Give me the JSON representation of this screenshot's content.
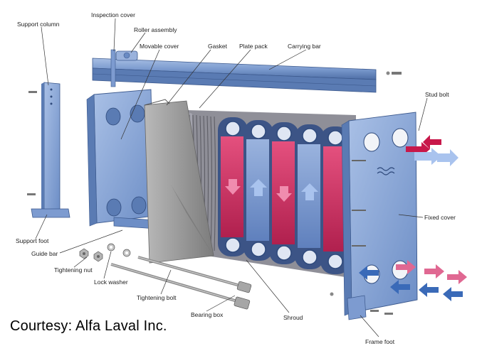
{
  "diagram": {
    "labels": {
      "support_column": "Support column",
      "inspection_cover": "Inspection cover",
      "roller_assembly": "Roller assembly",
      "movable_cover": "Movable cover",
      "gasket": "Gasket",
      "plate_pack": "Plate pack",
      "carrying_bar": "Carrying bar",
      "stud_bolt": "Stud bolt",
      "fixed_cover": "Fixed cover",
      "support_foot": "Support foot",
      "guide_bar": "Guide bar",
      "tightening_nut": "Tightening nut",
      "lock_washer": "Lock washer",
      "tightening_bolt": "Tightening bolt",
      "bearing_box": "Bearing box",
      "shroud": "Shroud",
      "frame_foot": "Frame foot"
    },
    "courtesy": "Courtesy: Alfa Laval Inc.",
    "colors": {
      "steel_blue": "#7f9fd0",
      "steel_dark": "#4d6fa8",
      "hot_fluid": "#d02d5f",
      "cold_fluid": "#6e8fc8",
      "hot_arrow": "#c8184a",
      "cold_arrow": "#3a6ab8",
      "shroud_gray": "#9a9a9a"
    }
  }
}
